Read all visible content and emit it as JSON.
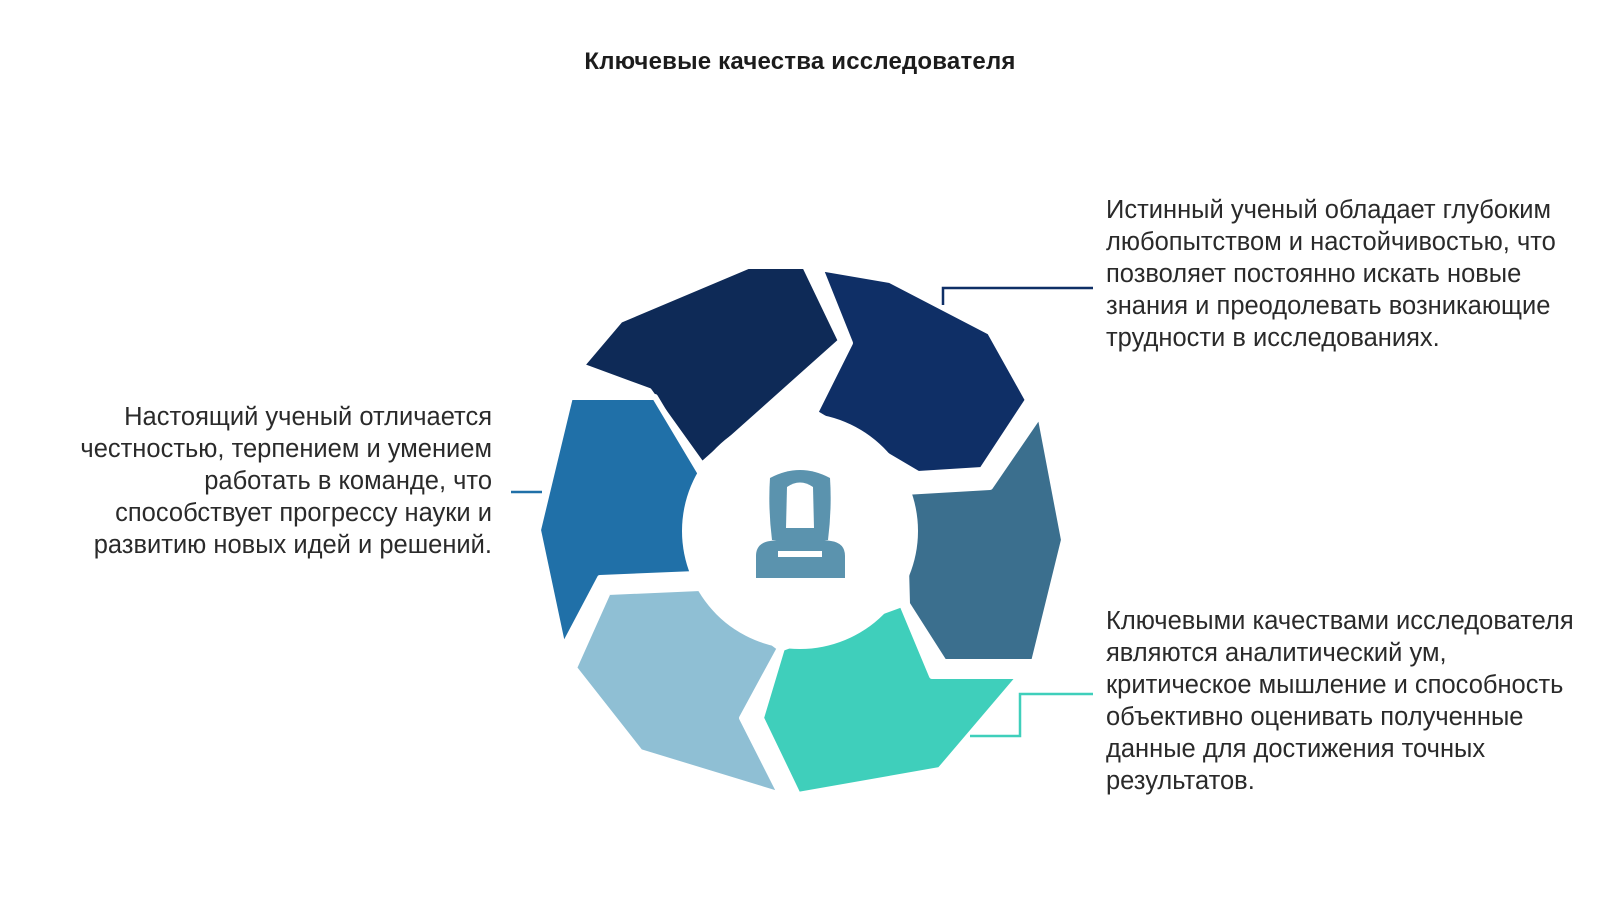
{
  "title": "Ключевые качества исследователя",
  "center_icon": "researcher-person-icon",
  "colors": {
    "background": "#ffffff",
    "segments": [
      "#0e2a57",
      "#0f2f66",
      "#3b6f8e",
      "#3fcfbb",
      "#8fbfd4",
      "#2070a8"
    ],
    "connector_top_right": "#0f2f66",
    "connector_bottom_right": "#3fcfbb",
    "connector_left": "#2070a8",
    "icon": "#5b93ae"
  },
  "descriptions": {
    "left": "Настоящий ученый отличается честностью, терпением и умением работать в команде, что способствует прогрессу науки и развитию новых идей и решений.",
    "right_top": "Истинный ученый обладает глубоким любопытством и настойчивостью, что позволяет постоянно искать новые знания и преодолевать возникающие трудности в исследованиях.",
    "right_bottom": "Ключевыми качествами исследователя являются аналитический ум, критическое мышление и способность объективно оценивать полученные данные для достижения точных результатов."
  }
}
